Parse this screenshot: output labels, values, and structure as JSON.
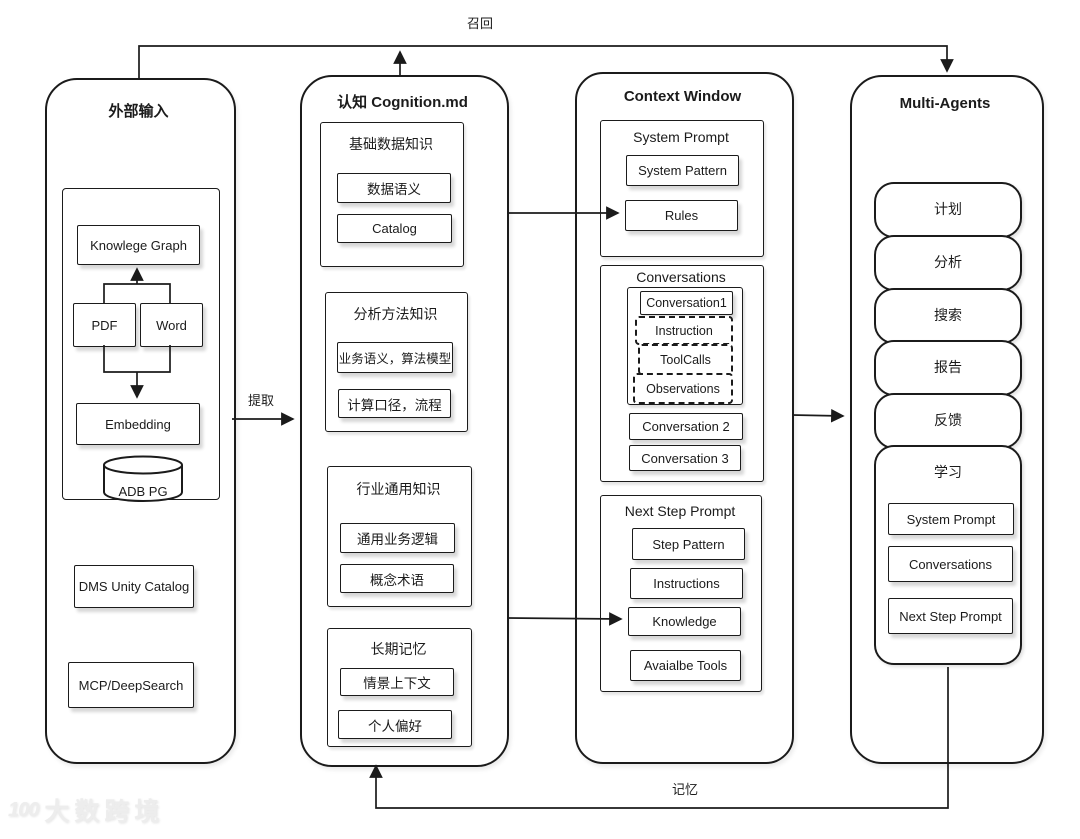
{
  "labels": {
    "recall": "召回",
    "extract": "提取",
    "memory": "记忆"
  },
  "external_input": {
    "title": "外部输入",
    "knowledge_graph": "Knowlege Graph",
    "pdf": "PDF",
    "word": "Word",
    "embedding": "Embedding",
    "adb_pg": "ADB PG",
    "dms": "DMS Unity Catalog",
    "mcp": "MCP/DeepSearch"
  },
  "cognition": {
    "title": "认知 Cognition.md",
    "groups": [
      {
        "title": "基础数据知识",
        "items": [
          "数据语义",
          "Catalog"
        ]
      },
      {
        "title": "分析方法知识",
        "items": [
          "业务语义，算法模型",
          "计算口径，流程"
        ]
      },
      {
        "title": "行业通用知识",
        "items": [
          "通用业务逻辑",
          "概念术语"
        ]
      },
      {
        "title": "长期记忆",
        "items": [
          "情景上下文",
          "个人偏好"
        ]
      }
    ]
  },
  "context_window": {
    "title": "Context Window",
    "system_prompt": {
      "title": "System Prompt",
      "items": [
        "System Pattern",
        "Rules"
      ]
    },
    "conversations": {
      "title": "Conversations",
      "first": "Conversation1",
      "steps": [
        "Instruction",
        "ToolCalls",
        "Observations"
      ],
      "others": [
        "Conversation 2",
        "Conversation 3"
      ]
    },
    "next_step": {
      "title": "Next Step Prompt",
      "items": [
        "Step Pattern",
        "Instructions",
        "Knowledge",
        "Avaialbe Tools"
      ]
    }
  },
  "multi_agents": {
    "title": "Multi-Agents",
    "agents": [
      "计划",
      "分析",
      "搜索",
      "报告",
      "反馈",
      "学习"
    ],
    "learning_items": [
      "System Prompt",
      "Conversations",
      "Next Step Prompt"
    ]
  },
  "watermark": {
    "logo": "100",
    "text": "大数跨境"
  },
  "colors": {
    "stroke": "#1b1b1b",
    "background": "#ffffff",
    "watermark": "#ededed"
  }
}
